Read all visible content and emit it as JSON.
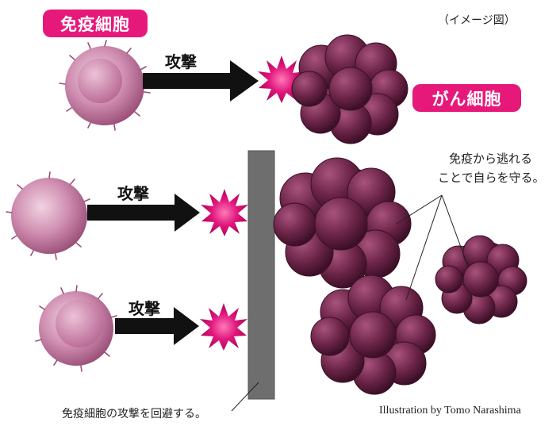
{
  "labels": {
    "immune_cell": "免疫細胞",
    "cancer_cell": "がん細胞",
    "image_note": "（イメージ図）",
    "attack": "攻撃",
    "escape_line1": "免疫から逃れる",
    "escape_line2": "ことで自らを守る。",
    "avoid_caption": "免疫細胞の攻撃を回避する。",
    "credit": "Illustration by Tomo Narashima"
  },
  "colors": {
    "pill": "#e6197a",
    "immune_cell": "#c07aa0",
    "cancer_cell": "#6b2447",
    "burst": "#e0157c",
    "wall": "#6e6e6e",
    "arrow": "#111111"
  },
  "icons": [
    "immune-cell-icon",
    "cancer-cell-cluster-icon",
    "attack-burst-icon",
    "arrow-icon",
    "barrier-wall-icon"
  ]
}
